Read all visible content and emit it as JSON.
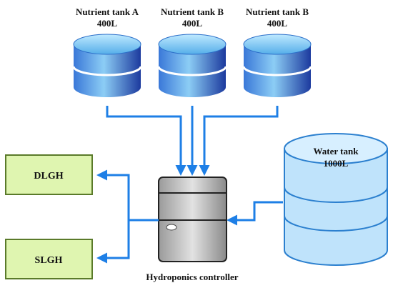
{
  "tanks": [
    {
      "name": "Nutrient tank A",
      "volume": "400L"
    },
    {
      "name": "Nutrient tank B",
      "volume": "400L"
    },
    {
      "name": "Nutrient tank B",
      "volume": "400L"
    }
  ],
  "water_tank": {
    "name": "Water tank",
    "volume": "1000L"
  },
  "outputs": [
    {
      "label": "DLGH"
    },
    {
      "label": "SLGH"
    }
  ],
  "controller": {
    "label": "Hydroponics controller"
  },
  "colors": {
    "pipe": "#1e7fe6",
    "tank_top": "#7fd0f5",
    "tank_body_light": "#6fb4ec",
    "tank_body_dark": "#1f3fa8",
    "water_tank": "#bfe3fb",
    "water_tank_stroke": "#2c80cf",
    "greenhouse_fill": "#dff5b0",
    "greenhouse_stroke": "#5a7a2a",
    "controller_fill": "#c8c8c8"
  }
}
